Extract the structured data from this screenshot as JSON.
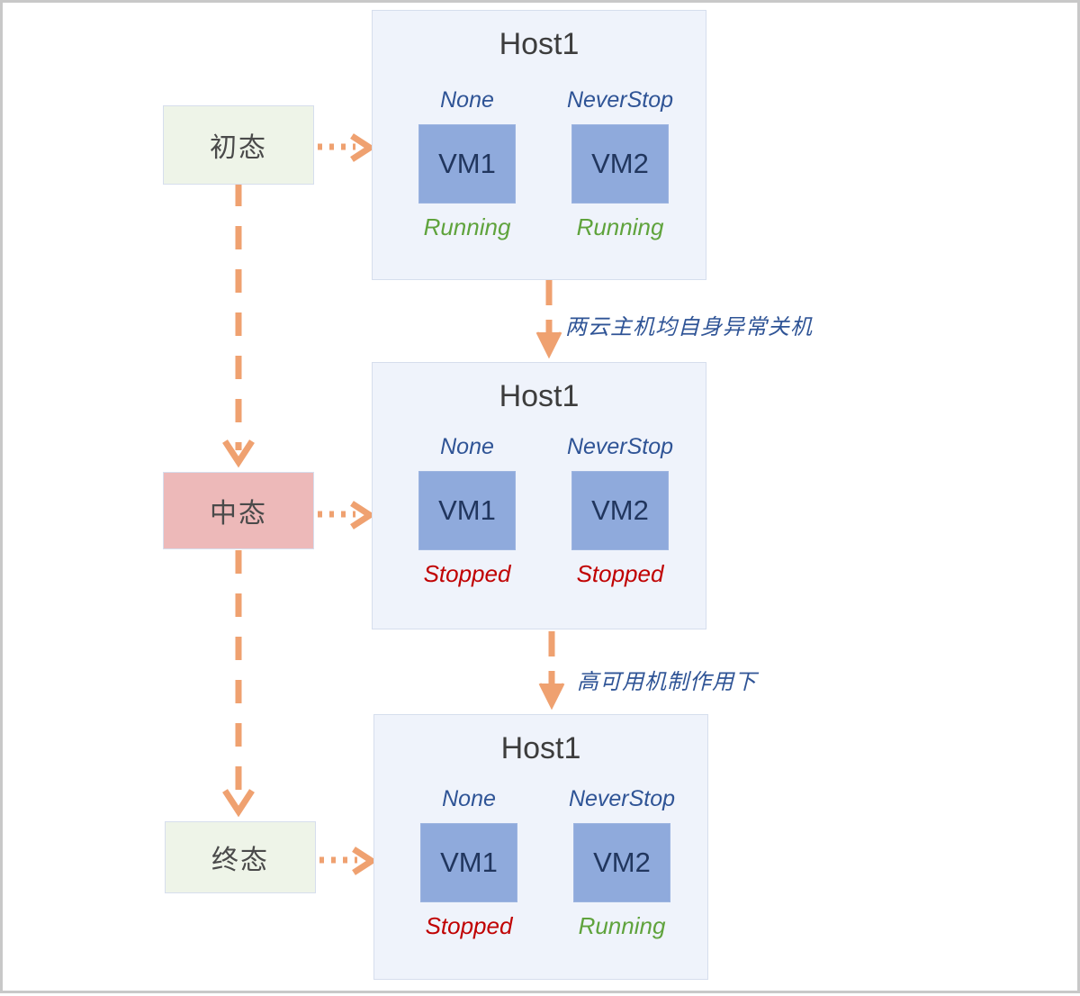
{
  "diagram": {
    "title": "VM high-availability state transition diagram",
    "colors": {
      "page_border": "#c8c8c8",
      "host_fill": "#eff3fb",
      "host_border": "#d6deed",
      "vm_fill": "#8faadc",
      "vm_text": "#21365e",
      "policy_text": "#2f5496",
      "running_text": "#5fa33c",
      "stopped_text": "#c00000",
      "arrow": "#efa170",
      "state_green_fill": "#eef4e8",
      "state_pink_fill": "#edb9b9",
      "state_text": "#4a4a4a"
    }
  },
  "states": [
    {
      "id": "initial",
      "label": "初态",
      "style": "green"
    },
    {
      "id": "middle",
      "label": "中态",
      "style": "pink"
    },
    {
      "id": "final",
      "label": "终态",
      "style": "green"
    }
  ],
  "hosts": [
    {
      "id": "host-stage-1",
      "title": "Host1",
      "vms": [
        {
          "name": "VM1",
          "policy": "None",
          "status": "Running",
          "status_kind": "running"
        },
        {
          "name": "VM2",
          "policy": "NeverStop",
          "status": "Running",
          "status_kind": "running"
        }
      ]
    },
    {
      "id": "host-stage-2",
      "title": "Host1",
      "vms": [
        {
          "name": "VM1",
          "policy": "None",
          "status": "Stopped",
          "status_kind": "stopped"
        },
        {
          "name": "VM2",
          "policy": "NeverStop",
          "status": "Stopped",
          "status_kind": "stopped"
        }
      ]
    },
    {
      "id": "host-stage-3",
      "title": "Host1",
      "vms": [
        {
          "name": "VM1",
          "policy": "None",
          "status": "Stopped",
          "status_kind": "stopped"
        },
        {
          "name": "VM2",
          "policy": "NeverStop",
          "status": "Running",
          "status_kind": "running"
        }
      ]
    }
  ],
  "transitions": [
    {
      "id": "t1",
      "label": "两云主机均自身异常关机"
    },
    {
      "id": "t2",
      "label": "高可用机制作用下"
    }
  ]
}
